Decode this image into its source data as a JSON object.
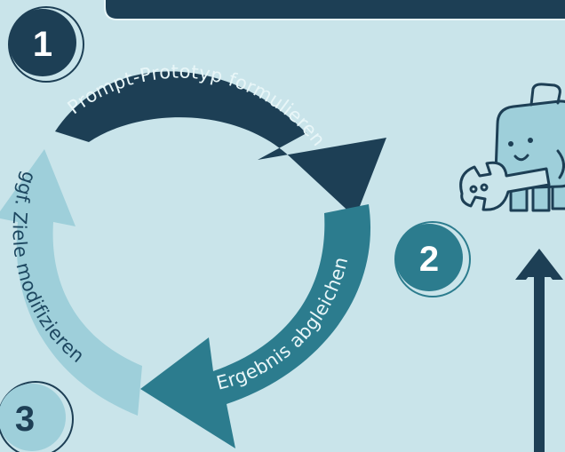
{
  "steps": [
    {
      "number": "1",
      "label": "Prompt-Prototyp formulieren"
    },
    {
      "number": "2",
      "label": "Ergebnis abgleichen"
    },
    {
      "number": "3",
      "label": "ggf. Ziele modifizieren"
    }
  ],
  "colors": {
    "background": "#c9e4ea",
    "dark_navy": "#1d3f55",
    "teal": "#2c7c8e",
    "light_blue": "#9ecfda",
    "accent": "#c9e4ea"
  },
  "icons": {
    "mascot": "robot-with-wrench-icon",
    "up_arrow": "arrow-up-icon"
  }
}
